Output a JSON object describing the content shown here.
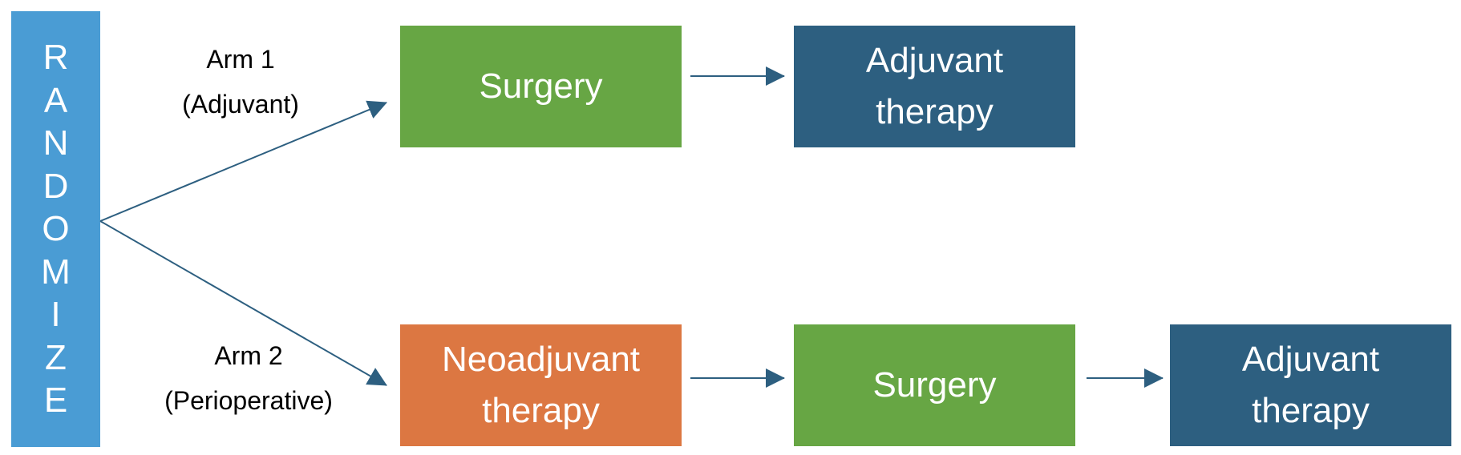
{
  "randomize": {
    "letters": [
      "R",
      "A",
      "N",
      "D",
      "O",
      "M",
      "I",
      "Z",
      "E"
    ]
  },
  "arm1": {
    "label_line1": "Arm 1",
    "label_line2": "(Adjuvant)",
    "steps": [
      {
        "line1": "Surgery",
        "line2": ""
      },
      {
        "line1": "Adjuvant",
        "line2": "therapy"
      }
    ]
  },
  "arm2": {
    "label_line1": "Arm 2",
    "label_line2": "(Perioperative)",
    "steps": [
      {
        "line1": "Neoadjuvant",
        "line2": "therapy"
      },
      {
        "line1": "Surgery",
        "line2": ""
      },
      {
        "line1": "Adjuvant",
        "line2": "therapy"
      }
    ]
  },
  "colors": {
    "randomize": "#4a9cd4",
    "surgery": "#67a644",
    "adjuvant": "#2d5f80",
    "neoadjuvant": "#dc7742",
    "arrow": "#2d5f80"
  }
}
